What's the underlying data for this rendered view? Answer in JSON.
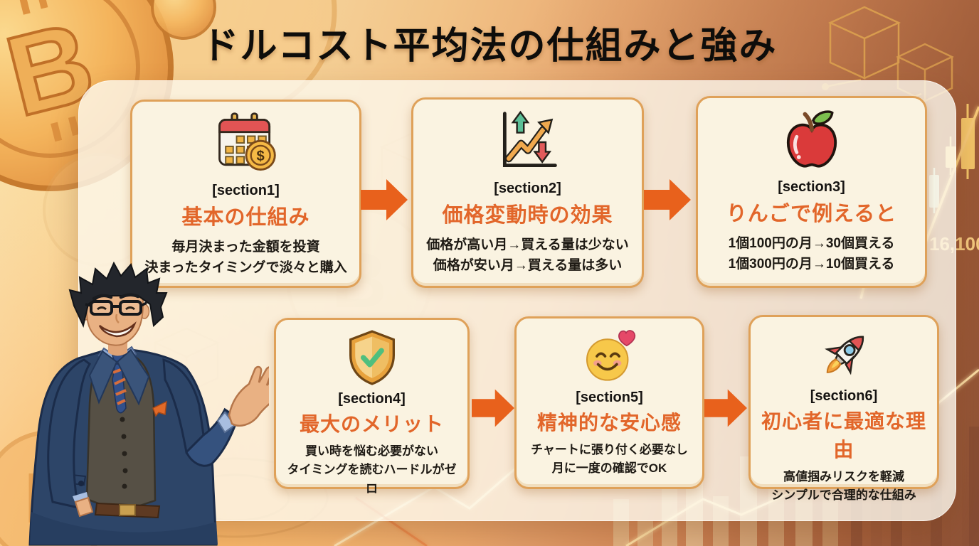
{
  "title": "ドルコスト平均法の仕組みと強み",
  "sections": [
    {
      "label": "[section1]",
      "heading": "基本の仕組み",
      "line1": "毎月決まった金額を投資",
      "line2": "決まったタイミングで淡々と購入",
      "icon": "calendar-dollar-icon"
    },
    {
      "label": "[section2]",
      "heading": "価格変動時の効果",
      "line1": "価格が高い月→買える量は少ない",
      "line2": "価格が安い月→買える量は多い",
      "icon": "price-chart-icon"
    },
    {
      "label": "[section3]",
      "heading": "りんごで例えると",
      "line1": "1個100円の月→30個買える",
      "line2": "1個300円の月→10個買える",
      "icon": "apple-icon"
    },
    {
      "label": "[section4]",
      "heading": "最大のメリット",
      "line1": "買い時を悩む必要がない",
      "line2": "タイミングを読むハードルがゼロ",
      "icon": "shield-check-icon"
    },
    {
      "label": "[section5]",
      "heading": "精神的な安心感",
      "line1": "チャートに張り付く必要なし",
      "line2": "月に一度の確認でOK",
      "icon": "smiley-heart-icon"
    },
    {
      "label": "[section6]",
      "heading": "初心者に最適な理由",
      "line1": "高値掴みリスクを軽減",
      "line2": "シンプルで合理的な仕組み",
      "icon": "rocket-icon"
    }
  ],
  "decor": {
    "price_label": "16,100",
    "coin_symbol": "B"
  },
  "colors": {
    "accent_arrow": "#E8611C",
    "heading_orange": "#E2662A",
    "card_bg": "#FAF3E1",
    "card_border": "#DFA159",
    "panel_bg": "rgba(253,249,237,0.8)",
    "coin_gold": "#F4B45C",
    "title_text": "#0E0D0B"
  }
}
